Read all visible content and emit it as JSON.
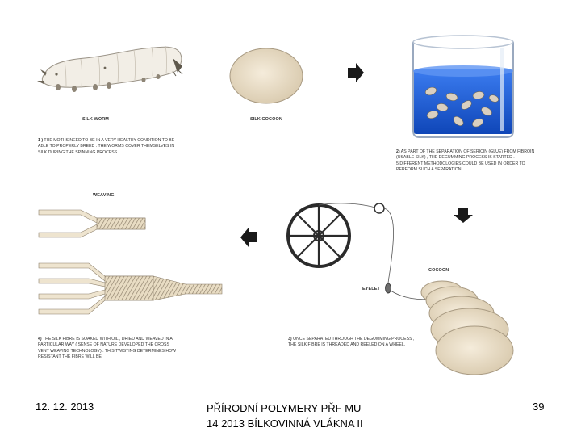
{
  "labels": {
    "silkworm": "SILK WORM",
    "cocoon_top": "SILK COCOON",
    "weaving": "WEAVING",
    "cocoon_bottom": "COCOON",
    "eyelet": "EYELET"
  },
  "captions": {
    "step1": {
      "num": "1 )",
      "text": "THE MOTHS NEED TO BE IN A VERY HEALTHY CONDITION TO BE\nABLE TO PROPERLY BREED . THE WORMS COVER THEMSELVES IN\nSILK DURING THE SPINNING PROCESS."
    },
    "step2": {
      "num": "2)",
      "text": "AS PART OF THE SEPARATION OF SERICIN (GLUE) FROM FIBROIN\n(USABLE SILK) , THE DEGUMMING PROCESS IS STARTED .\n5 DIFFERENT METHODOLOGIES COULD BE USED IN ORDER TO\nPERFORM SUCH A SEPARATION."
    },
    "step3": {
      "num": "3)",
      "text": "ONCE SEPARATED THROUGH THE DEGUMMING PROCESS ,\nTHE SILK FIBRE IS THREADED AND REELED ON A WHEEL."
    },
    "step4": {
      "num": "4)",
      "text": "THE SILK FIBRE IS SOAKED WITH OIL , DRIED AND WEAVED IN A\nPARTICULAR WAY ( SENSE OF NATURE DEVELOPED THE CROSS\nVENT WEAVING TECHNOLOGY) . THIS TWISTING DETERMINES HOW\nRESISTANT THE FIBRE WILL BE."
    }
  },
  "footer": {
    "date": "12. 12. 2013",
    "title_line1": "PŘÍRODNÍ POLYMERY PŘF MU",
    "title_line2": "14 2013 BÍLKOVINNÁ VLÁKNA II",
    "page": "39"
  },
  "colors": {
    "cocoon": "#ebe0cb",
    "cocoon_outline": "#a89a82",
    "water": "#1b5fd6",
    "glass": "#c9d4e3",
    "arrow": "#1a1a1a",
    "silkworm": "#f2eee6"
  }
}
